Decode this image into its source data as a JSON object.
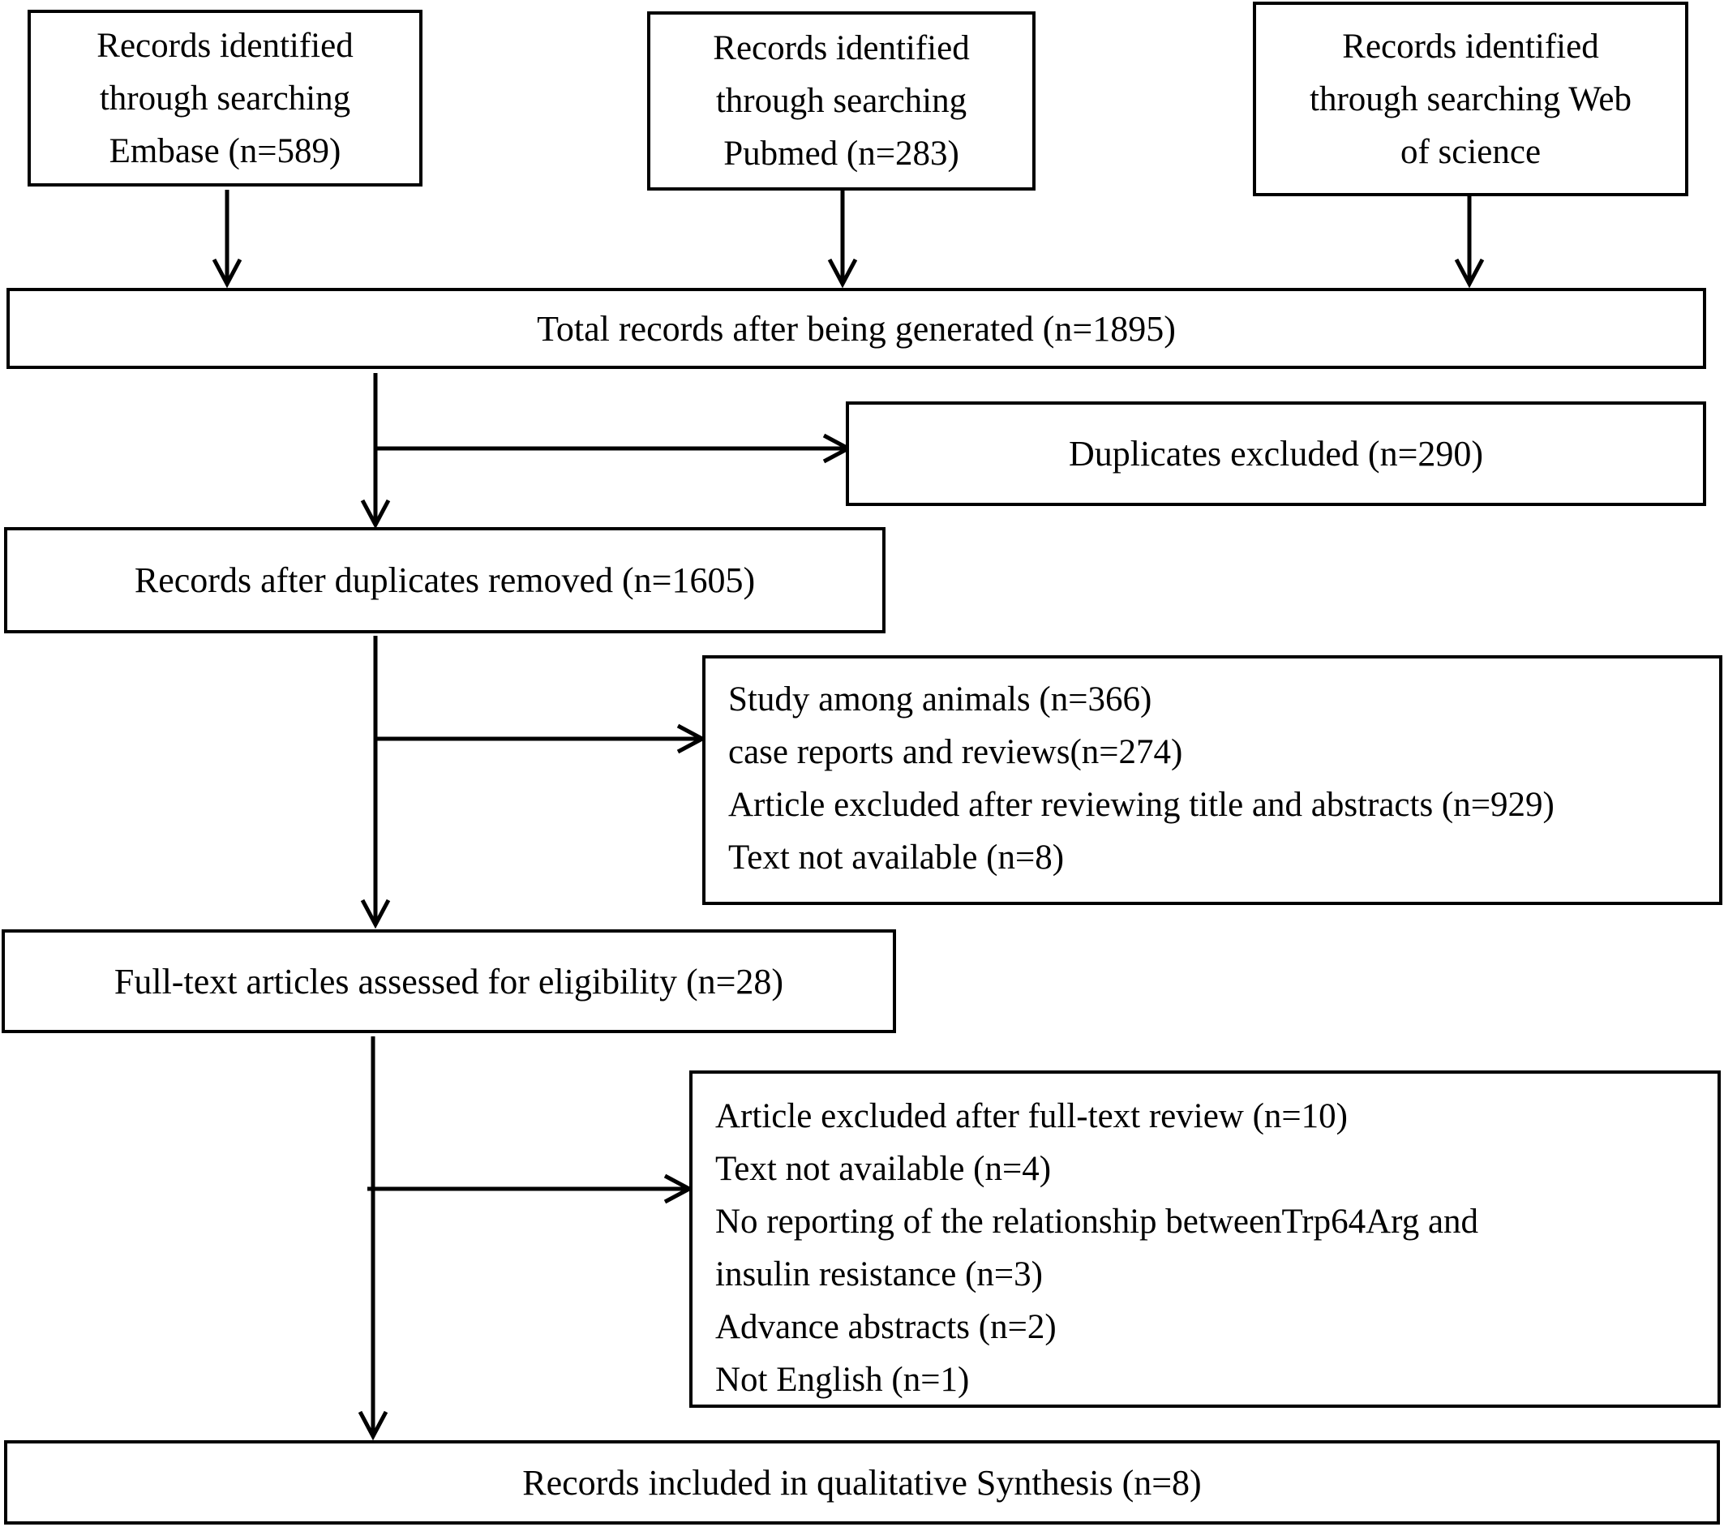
{
  "sources": [
    {
      "lines": [
        "Records identified",
        "through searching",
        "Embase (n=589)"
      ]
    },
    {
      "lines": [
        "Records identified",
        "through searching",
        "Pubmed (n=283)"
      ]
    },
    {
      "lines": [
        "Records identified",
        "through searching Web",
        "of science"
      ]
    }
  ],
  "total": "Total records after being generated (n=1895)",
  "duplicates": "Duplicates excluded (n=290)",
  "after_duplicates": "Records after duplicates removed (n=1605)",
  "screen_exclusions": [
    "Study among animals (n=366)",
    "case reports and reviews(n=274)",
    "Article excluded after reviewing title and abstracts (n=929)",
    "Text not available (n=8)"
  ],
  "full_text": "Full-text articles assessed for eligibility (n=28)",
  "fulltext_exclusions": [
    "Article excluded after full-text review (n=10)",
    "Text not available (n=4)",
    "No reporting of the relationship betweenTrp64Arg and",
    "insulin resistance (n=3)",
    "Advance abstracts (n=2)",
    "Not English (n=1)"
  ],
  "included": "Records included in qualitative Synthesis (n=8)"
}
